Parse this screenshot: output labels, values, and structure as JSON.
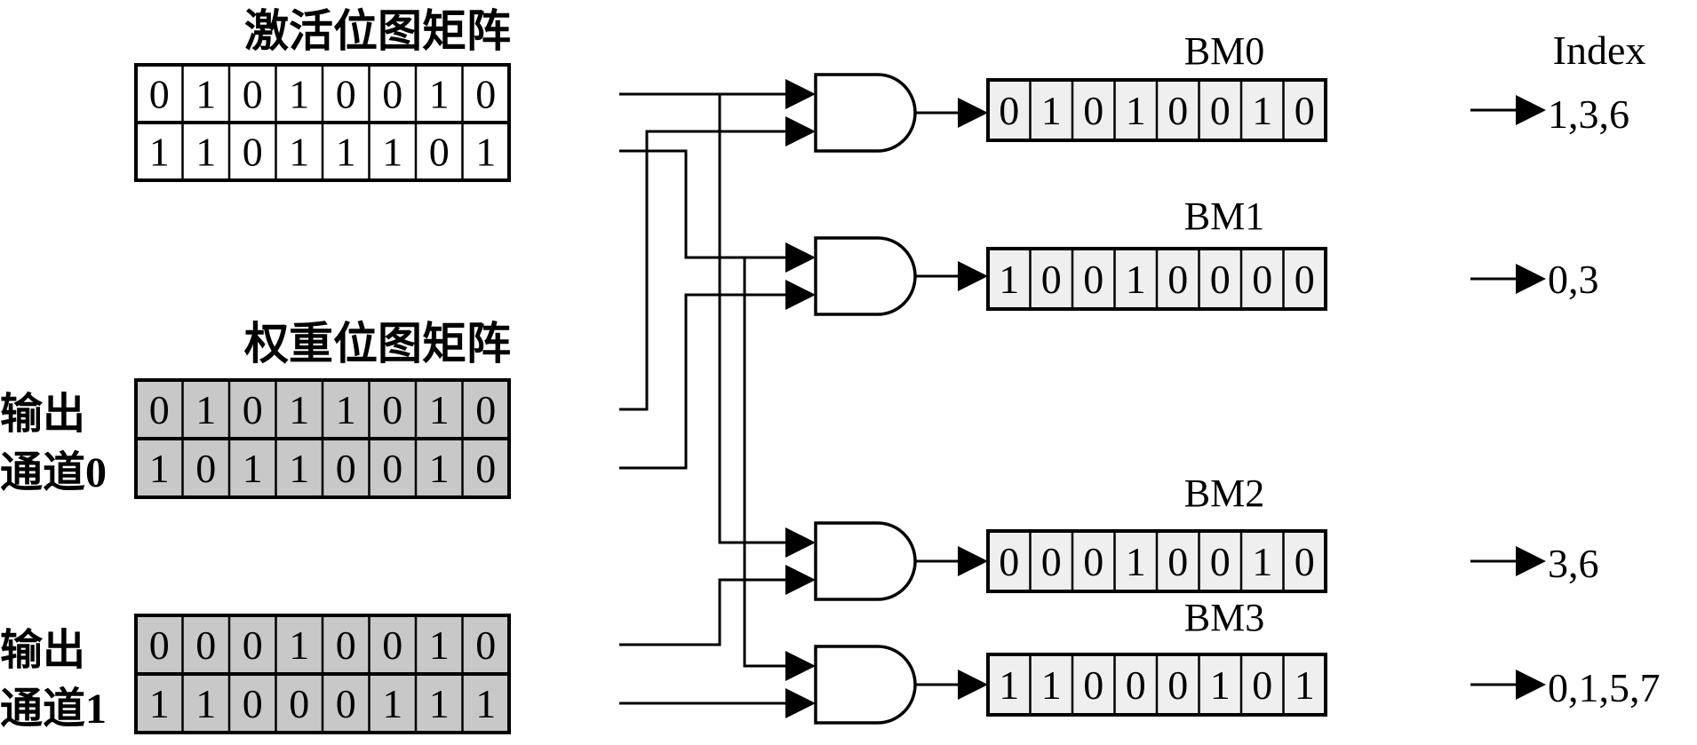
{
  "titles": {
    "activation": "激活位图矩阵",
    "weight": "权重位图矩阵"
  },
  "activation_rows": [
    [
      "0",
      "1",
      "0",
      "1",
      "0",
      "0",
      "1",
      "0"
    ],
    [
      "1",
      "1",
      "0",
      "1",
      "1",
      "1",
      "0",
      "1"
    ]
  ],
  "weight_groups": [
    {
      "label_line1": "输出",
      "label_line2": "通道0",
      "rows": [
        [
          "0",
          "1",
          "0",
          "1",
          "1",
          "0",
          "1",
          "0"
        ],
        [
          "1",
          "0",
          "1",
          "1",
          "0",
          "0",
          "1",
          "0"
        ]
      ]
    },
    {
      "label_line1": "输出",
      "label_line2": "通道1",
      "rows": [
        [
          "0",
          "0",
          "0",
          "1",
          "0",
          "0",
          "1",
          "0"
        ],
        [
          "1",
          "1",
          "0",
          "0",
          "0",
          "1",
          "1",
          "1"
        ]
      ]
    }
  ],
  "index_header": "Index",
  "outputs": [
    {
      "name": "BM0",
      "bits": [
        "0",
        "1",
        "0",
        "1",
        "0",
        "0",
        "1",
        "0"
      ],
      "index": "1,3,6"
    },
    {
      "name": "BM1",
      "bits": [
        "1",
        "0",
        "0",
        "1",
        "0",
        "0",
        "0",
        "0"
      ],
      "index": "0,3"
    },
    {
      "name": "BM2",
      "bits": [
        "0",
        "0",
        "0",
        "1",
        "0",
        "0",
        "1",
        "0"
      ],
      "index": "3,6"
    },
    {
      "name": "BM3",
      "bits": [
        "1",
        "1",
        "0",
        "0",
        "0",
        "1",
        "0",
        "1"
      ],
      "index": "0,1,5,7"
    }
  ],
  "colors": {
    "activation_fill": "#ffffff",
    "weight_fill": "#c8c8c8",
    "output_fill": "#efefef",
    "line": "#000000"
  }
}
